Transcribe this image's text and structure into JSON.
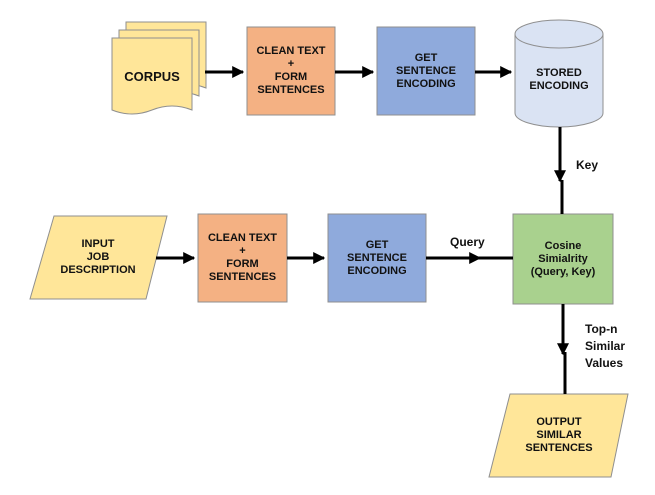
{
  "colors": {
    "corpus": "#ffe699",
    "clean_text": "#f4b183",
    "encoding": "#8faadc",
    "storage": "#dae3f3",
    "similarity": "#a9d18e",
    "io": "#ffe699",
    "arrow": "#000000"
  },
  "nodes": {
    "corpus": "CORPUS",
    "clean_text_top": "CLEAN TEXT\n+\nFORM\nSENTENCES",
    "get_encoding_top": "GET\nSENTENCE\nENCODING",
    "stored_encoding": "STORED\nENCODING",
    "input_job": "INPUT\nJOB\nDESCRIPTION",
    "clean_text_bottom": "CLEAN TEXT\n+\nFORM\nSENTENCES",
    "get_encoding_bottom": "GET\nSENTENCE\nENCODING",
    "cosine": "Cosine\nSimialrity\n(Query, Key)",
    "output": "OUTPUT\nSIMILAR\nSENTENCES"
  },
  "edges": {
    "key": "Key",
    "query": "Query",
    "top_n": "Top-n\nSimilar\nValues"
  }
}
